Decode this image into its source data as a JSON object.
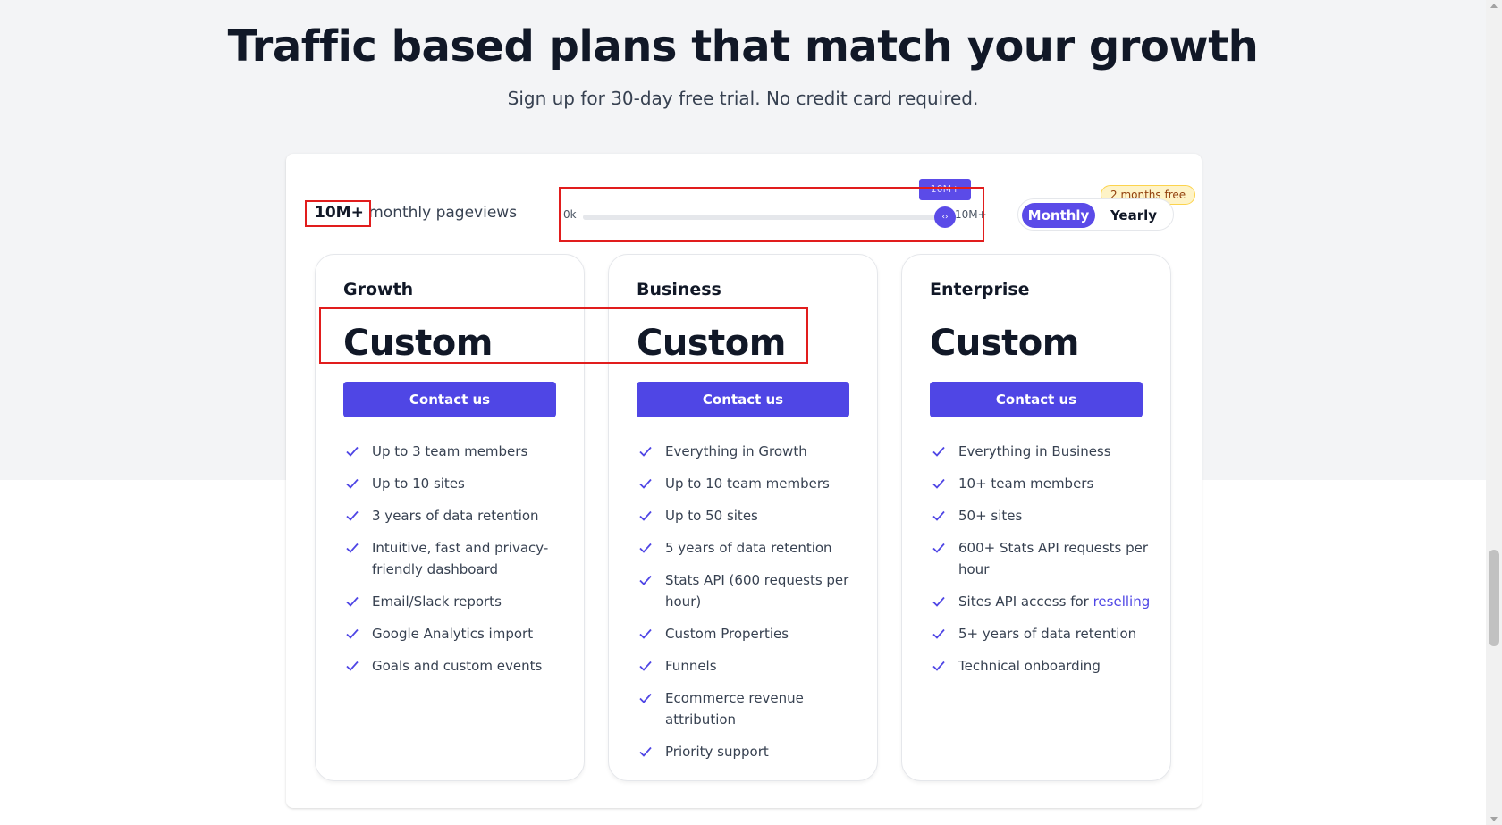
{
  "hero": {
    "title": "Traffic based plans that match your growth",
    "subtitle": "Sign up for 30-day free trial. No credit card required."
  },
  "pageviews": {
    "value": "10M+",
    "label": " monthly pageviews"
  },
  "slider": {
    "min_label": "0k",
    "max_label": "10M+",
    "tooltip": "10M+",
    "position_fraction": 1.0,
    "knob_glyph": "‹›"
  },
  "billing": {
    "monthly_label": "Monthly",
    "yearly_label": "Yearly",
    "badge": "2 months free",
    "selected": "Monthly"
  },
  "plans": [
    {
      "name": "Growth",
      "price": "Custom",
      "cta": "Contact us",
      "features": [
        "Up to 3 team members",
        "Up to 10 sites",
        "3 years of data retention",
        "Intuitive, fast and privacy-friendly dashboard",
        "Email/Slack reports",
        "Google Analytics import",
        "Goals and custom events"
      ]
    },
    {
      "name": "Business",
      "price": "Custom",
      "cta": "Contact us",
      "features": [
        "Everything in Growth",
        "Up to 10 team members",
        "Up to 50 sites",
        "5 years of data retention",
        "Stats API (600 requests per hour)",
        "Custom Properties",
        "Funnels",
        "Ecommerce revenue attribution",
        "Priority support"
      ]
    },
    {
      "name": "Enterprise",
      "price": "Custom",
      "cta": "Contact us",
      "features": [
        "Everything in Business",
        "10+ team members",
        "50+ sites",
        "600+ Stats API requests per hour",
        "Sites API access for ",
        "5+ years of data retention",
        "Technical onboarding"
      ],
      "feature_link": "reselling"
    }
  ],
  "colors": {
    "accent": "#4f46e5",
    "annotation": "#e11d1d",
    "badge_bg": "#fef3c7"
  }
}
